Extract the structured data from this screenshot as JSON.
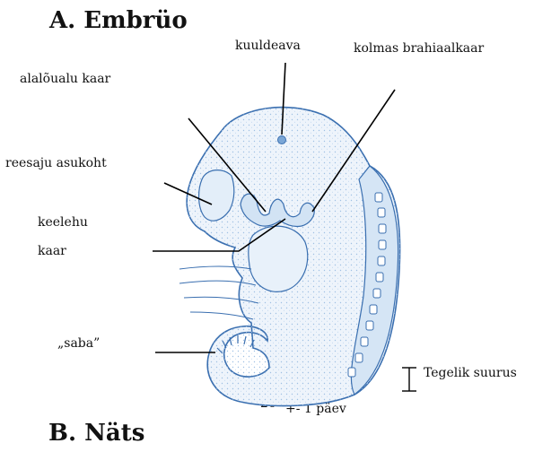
{
  "titles": {
    "a": "A. Embrüo",
    "b": "B. Näts"
  },
  "labels": {
    "kuuldeava": "kuuldeava",
    "kolmas": "kolmas brahiaalkaar",
    "alaloua": "alalõualu kaar",
    "reesaju": "reesaju asukoht",
    "keelehu_1": "keelehu",
    "keelehu_2": "kaar",
    "saba": "„saba”",
    "tegelik": "Tegelik suurus",
    "day_num": "26",
    "day_text": "+- 1 päev"
  },
  "colors": {
    "outline": "#3a6fb0",
    "stipple": "#7aa6d6",
    "fill": "#eef4fb",
    "line": "#000000"
  }
}
